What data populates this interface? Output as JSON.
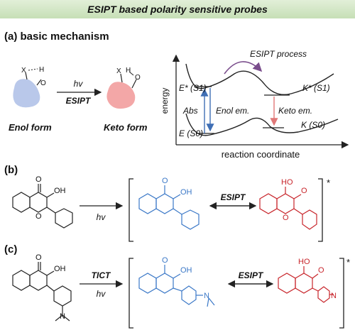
{
  "header": {
    "title": "ESIPT based polarity sensitive probes",
    "band_color": "#d4e8c7"
  },
  "panel_a": {
    "label": "(a) basic mechanism",
    "enol_label": "Enol form",
    "keto_label": "Keto form",
    "arrow_top": "hv",
    "arrow_bottom": "ESIPT",
    "enol_atom_x": "X",
    "enol_atom_h": "H",
    "enol_atom_o": "O",
    "keto_atom_x": "X",
    "keto_atom_h": "H",
    "keto_atom_o": "O",
    "enol_color": "#b9c8ea",
    "keto_color": "#f3a7a7"
  },
  "energy_diagram": {
    "y_axis_label": "energy",
    "x_axis_label": "reaction coordinate",
    "process_label": "ESIPT process",
    "e_star_label": "E* (S1)",
    "e_label": "E (S0)",
    "k_star_label": "K* (S1)",
    "k_label": "K (S0)",
    "abs_label": "Abs",
    "enol_em_label": "Enol em.",
    "keto_em_label": "Keto em.",
    "abs_color": "#3f6fb5",
    "keto_em_color": "#e07878"
  },
  "panel_b": {
    "label": "(b)",
    "arrow_label": "hv",
    "equilibrium_label": "ESIPT",
    "excited_mark": "*",
    "oh_label": "OH",
    "o_label": "O",
    "ring_o_label": "O",
    "ho_label": "HO",
    "o_minus_label": "O",
    "o_plus_label": "O"
  },
  "panel_c": {
    "label": "(c)",
    "arrow_top": "TICT",
    "arrow_bottom": "hv",
    "equilibrium_label": "ESIPT",
    "excited_mark": "*",
    "oh_label": "OH",
    "n_label": "N",
    "n_plus_label": "N",
    "ho_label": "HO"
  },
  "colors": {
    "blue": "#3b78c7",
    "red": "#c8252b",
    "black": "#222222"
  }
}
